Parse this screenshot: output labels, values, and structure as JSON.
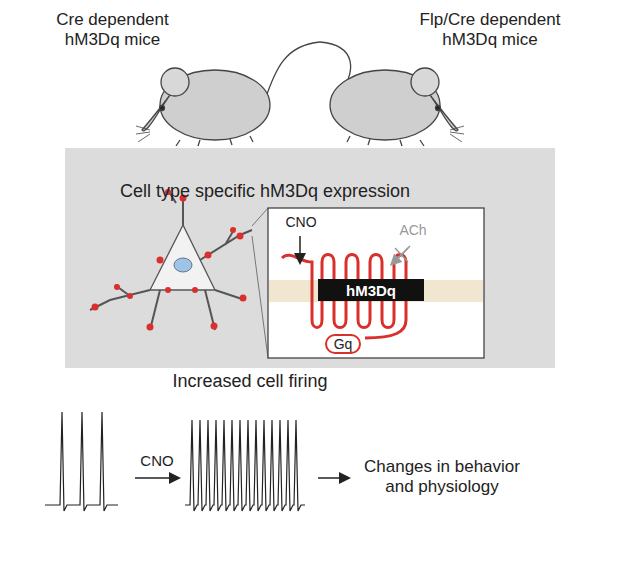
{
  "diagram": {
    "nodes": [
      {
        "text": [
          "Cell type specific hM3Dq expression"
        ]
      },
      {
        "text": [
          "hM3Dq"
        ],
        "in": 0
      },
      {
        "text": [
          "Gq"
        ],
        "in": 0
      }
    ],
    "labels": [
      "Cre dependent hM3Dq mice",
      "Flp/Cre dependent hM3Dq mice",
      "CNO",
      "ACh",
      "Increased cell firing",
      "CNO",
      "Changes in behavior and physiology"
    ]
  }
}
